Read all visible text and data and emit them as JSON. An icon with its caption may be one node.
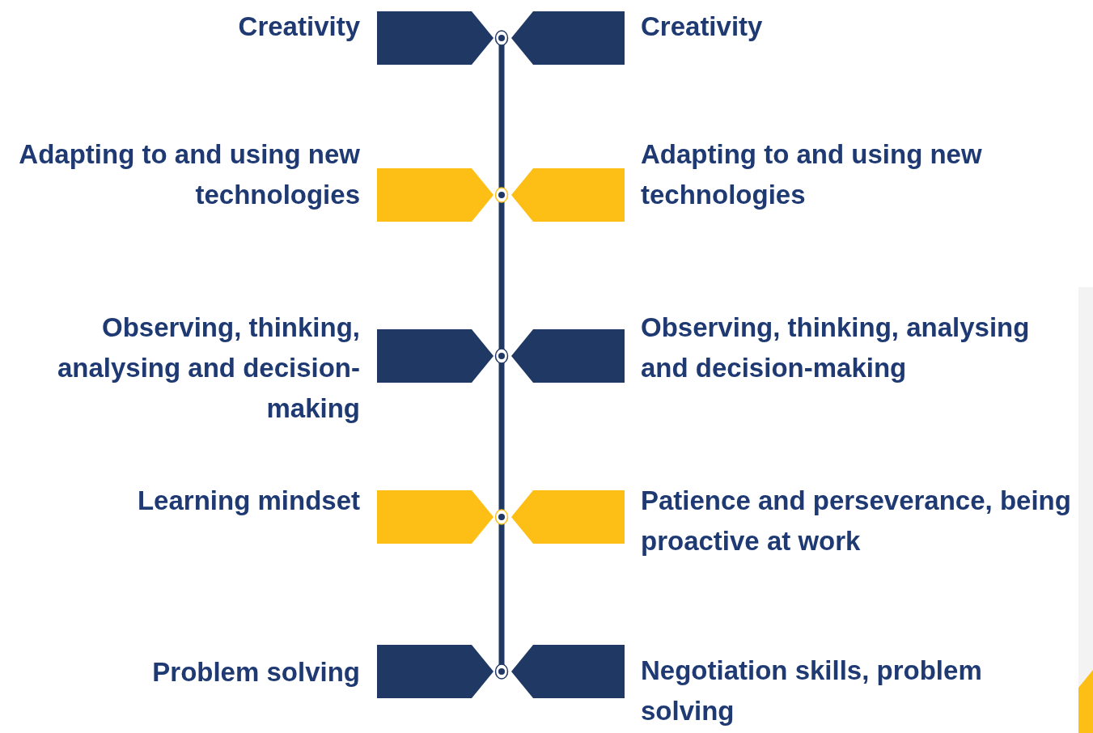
{
  "diagram": {
    "nodes": [
      {
        "text": [
          "Creativity"
        ]
      },
      {
        "text": [
          "Creativity"
        ]
      },
      {
        "text": [
          "Adapting to and using new technologies"
        ]
      },
      {
        "text": [
          "Adapting to and using new technologies"
        ]
      },
      {
        "text": [
          "Observing, thinking, analysing and decision-making"
        ]
      },
      {
        "text": [
          "Observing, thinking, analysing and decision-making"
        ]
      },
      {
        "text": [
          "Learning mindset"
        ]
      },
      {
        "text": [
          "Patience and perseverance, being proactive at work"
        ]
      },
      {
        "text": [
          "Problem solving"
        ]
      },
      {
        "text": [
          "Negotiation skills, problem solving"
        ]
      }
    ]
  }
}
